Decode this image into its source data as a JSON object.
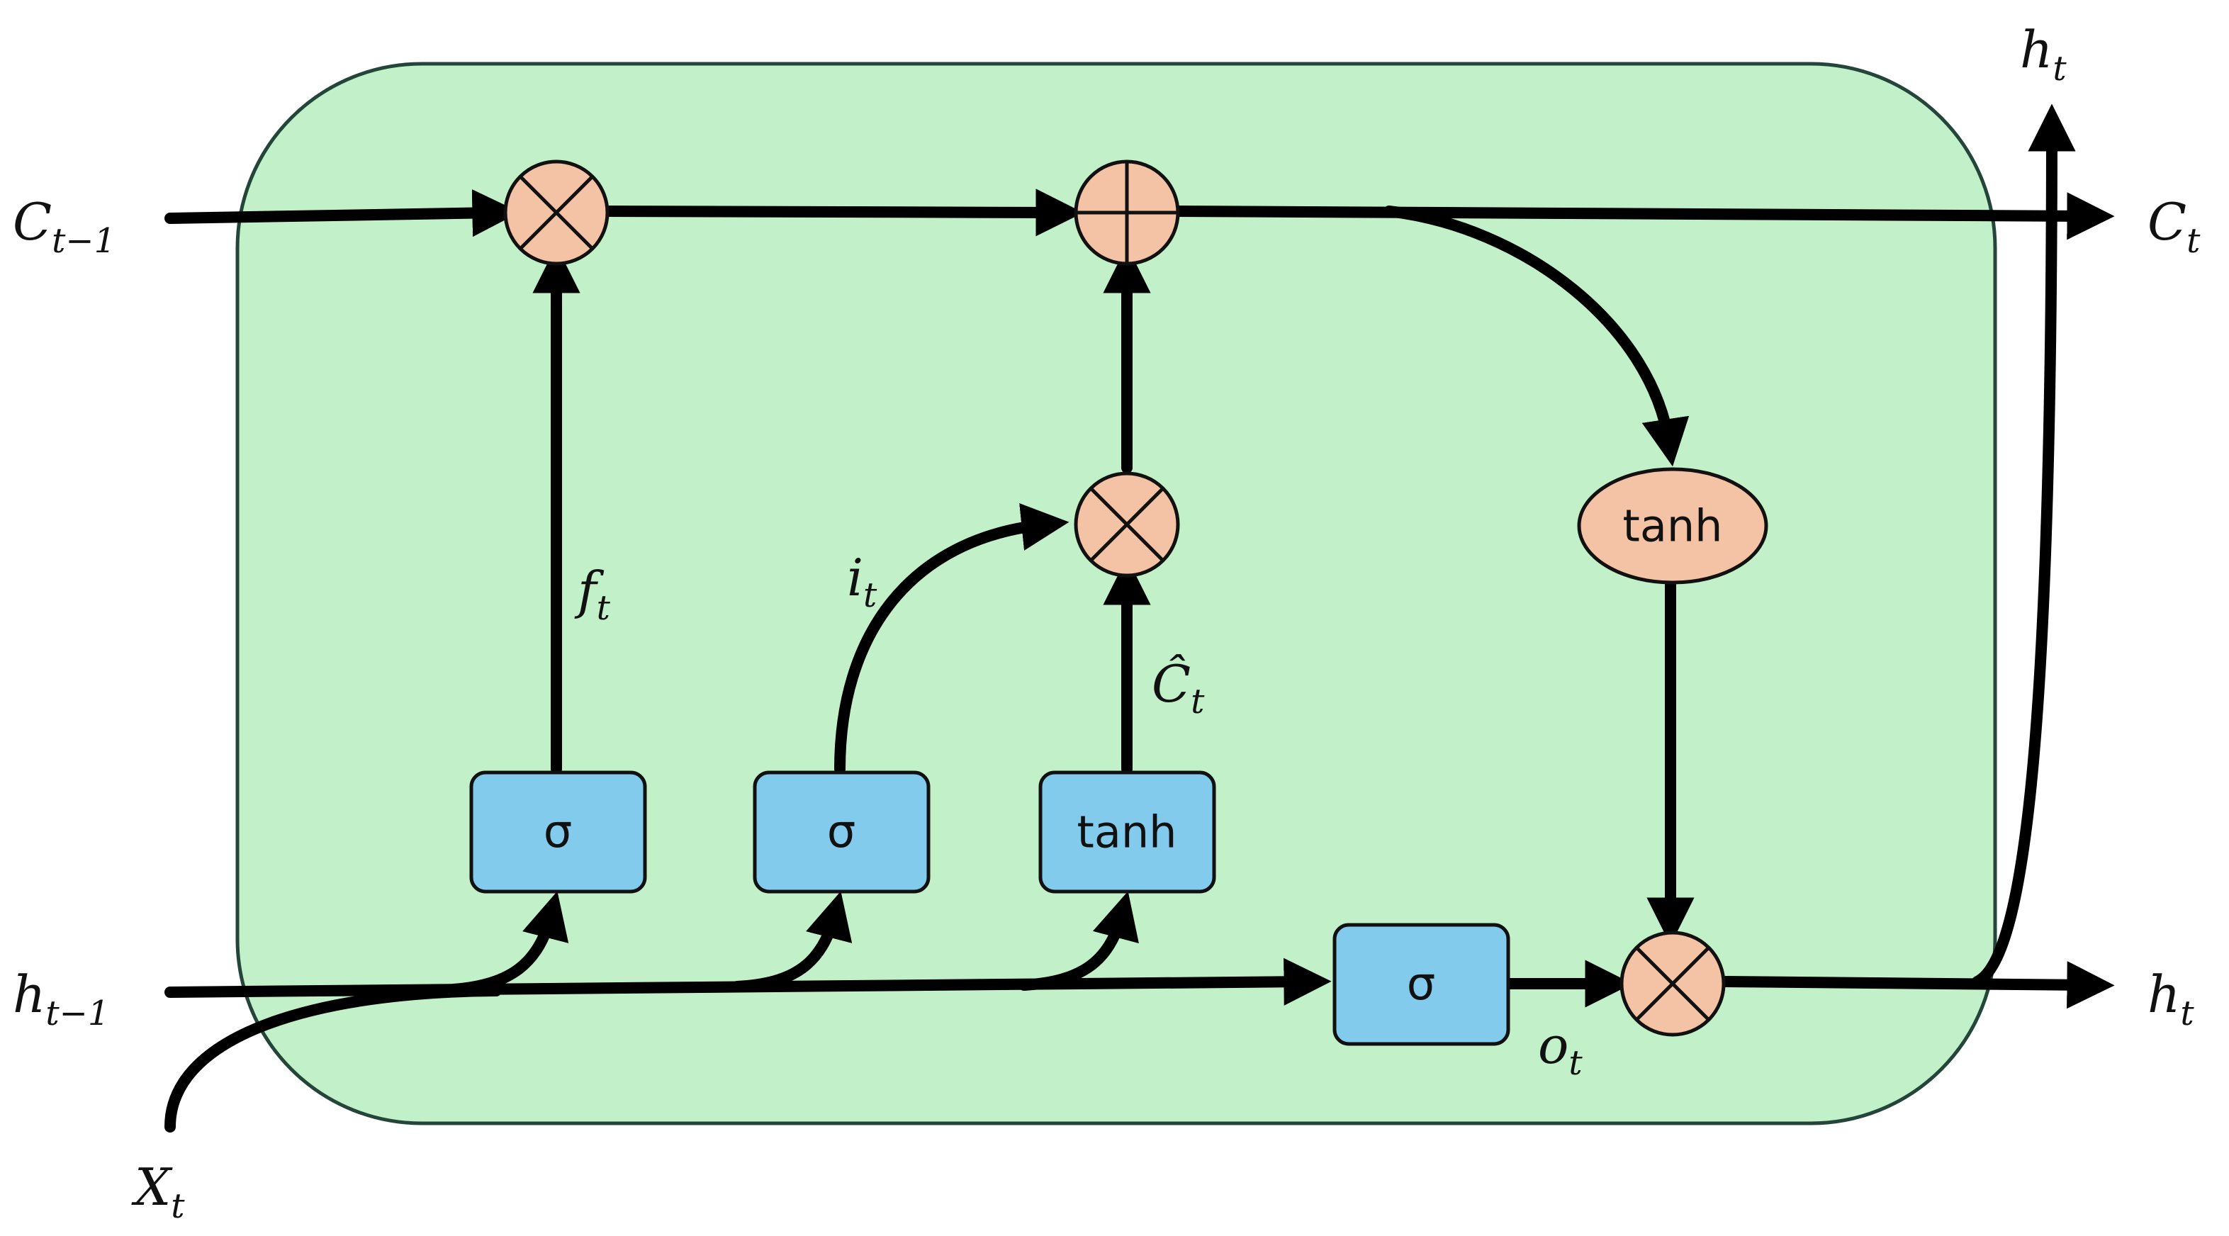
{
  "colors": {
    "cell_fill": "#c2f0c9",
    "cell_stroke": "#24463a",
    "op_fill": "#f4c2a4",
    "gate_fill": "#83cbed",
    "stroke": "#000000"
  },
  "labels": {
    "c_prev": {
      "base": "C",
      "sub": "t−1"
    },
    "c_next": {
      "base": "C",
      "sub": "t"
    },
    "h_prev": {
      "base": "h",
      "sub": "t−1"
    },
    "h_next_right": {
      "base": "h",
      "sub": "t"
    },
    "h_next_top": {
      "base": "h",
      "sub": "t"
    },
    "x_input": {
      "base": "X",
      "sub": "t"
    },
    "forget_gate": {
      "base": "f",
      "sub": "t"
    },
    "input_gate": {
      "base": "i",
      "sub": "t"
    },
    "candidate": {
      "base": "Ĉ",
      "sub": "t"
    },
    "output_gate": {
      "base": "o",
      "sub": "t"
    }
  },
  "gates": {
    "forget_activation": "σ",
    "input_activation": "σ",
    "candidate_activation": "tanh",
    "output_activation": "σ",
    "cell_output_activation": "tanh"
  },
  "operators": {
    "forget_multiply": "multiply-operator",
    "cell_add": "add-operator",
    "input_multiply": "multiply-operator",
    "output_multiply": "multiply-operator"
  }
}
